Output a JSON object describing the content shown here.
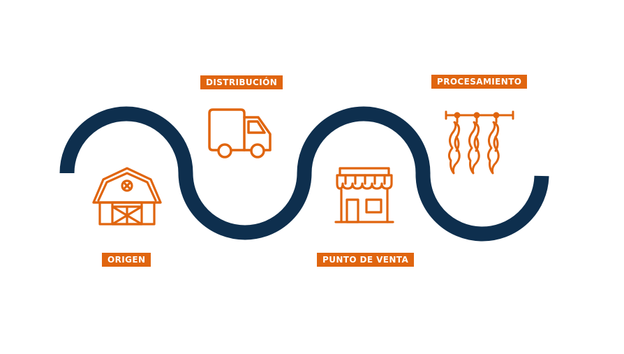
{
  "colors": {
    "wave": "#0e2f4e",
    "accent": "#e0650f",
    "label_text": "#ffffff",
    "background": "#ffffff"
  },
  "stages": [
    {
      "label": "ORIGEN",
      "icon": "barn-icon"
    },
    {
      "label": "DISTRIBUCIÓN",
      "icon": "delivery-truck-icon"
    },
    {
      "label": "PUNTO DE VENTA",
      "icon": "storefront-icon"
    },
    {
      "label": "PROCESAMIENTO",
      "icon": "hanging-meat-icon"
    }
  ]
}
